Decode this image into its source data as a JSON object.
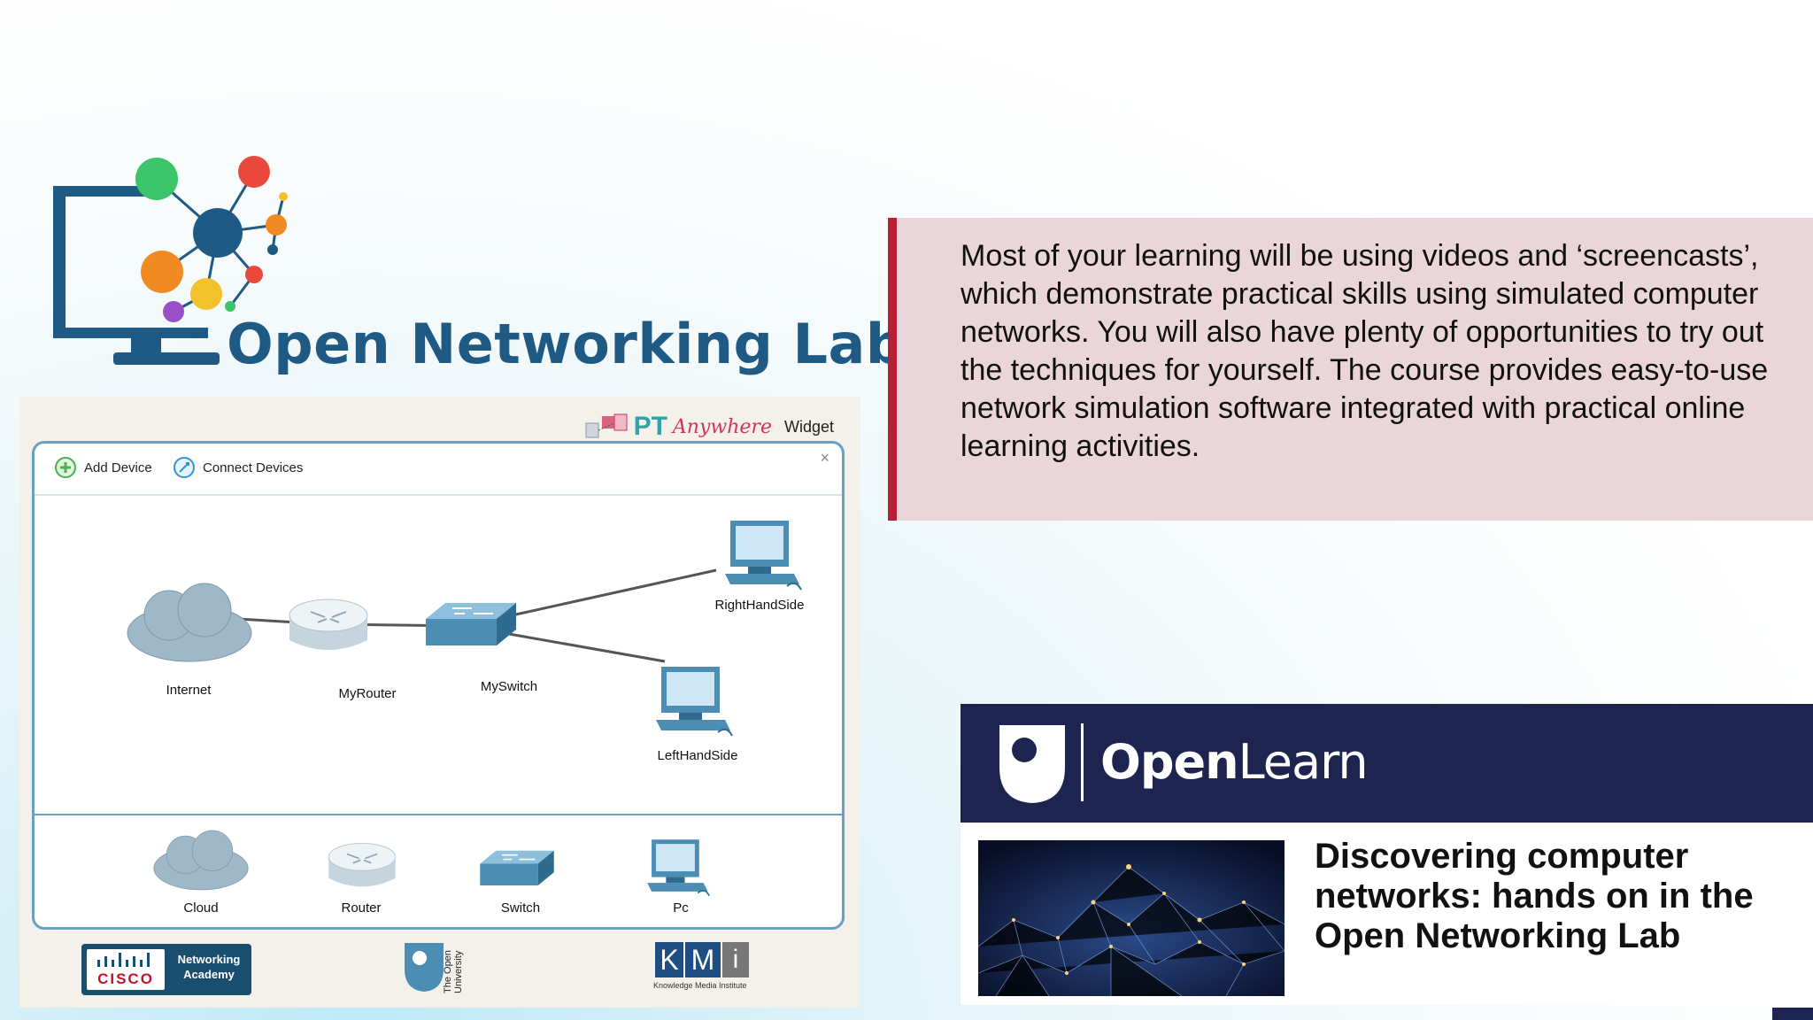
{
  "logo": {
    "title": "Open Networking Lab"
  },
  "widget": {
    "brand": {
      "pt": "PT",
      "anywhere": "Anywhere",
      "widget": "Widget"
    },
    "toolbar": {
      "add_device": "Add Device",
      "connect_devices": "Connect Devices",
      "close": "×"
    },
    "topology": {
      "internet": "Internet",
      "router": "MyRouter",
      "switch": "MySwitch",
      "pc_right": "RightHandSide",
      "pc_left": "LeftHandSide"
    },
    "palette": {
      "cloud": "Cloud",
      "router": "Router",
      "switch": "Switch",
      "pc": "Pc"
    },
    "partners": {
      "cisco_word": "CISCO",
      "cisco_academy": "Networking\nAcademy",
      "ou": "The Open University",
      "kmi_k": "K",
      "kmi_m": "M",
      "kmi_i": "i",
      "kmi_sub": "Knowledge Media Institute"
    }
  },
  "quote": {
    "text": "Most of your learning will be using videos and ‘screencasts’, which demonstrate practical skills using simulated computer networks. You will also have plenty of opportunities to try out the techniques for yourself. The course provides easy-to-use network simulation software integrated with practical online learning activities."
  },
  "openlearn": {
    "brand_open": "Open",
    "brand_learn": "Learn",
    "course_title": "Discovering computer networks: hands on in the Open Networking Lab"
  },
  "colors": {
    "logo_blue": "#1f5a84",
    "quote_bg": "#ead6d8",
    "quote_bar": "#b81f35",
    "openlearn_navy": "#1e2450",
    "device_blue": "#4b8db3"
  }
}
